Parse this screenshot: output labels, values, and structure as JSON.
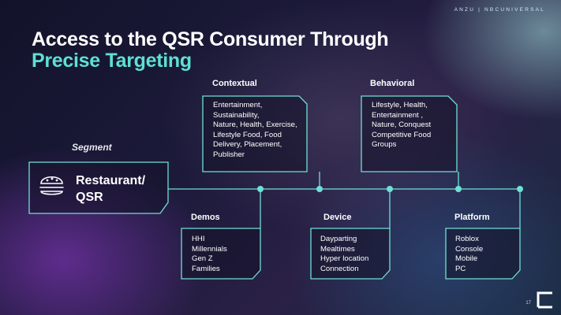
{
  "brand": "ANZU | NBCUNIVERSAL",
  "title": {
    "line1": "Access to the QSR Consumer Through",
    "line2": "Precise Targeting"
  },
  "segment": {
    "label": "Segment",
    "name": "Restaurant/ QSR",
    "icon": "burger-icon"
  },
  "categories": {
    "contextual": {
      "title": "Contextual",
      "items": "Entertainment,\nSustainability,\nNature, Health, Exercise,\nLifestyle Food, Food\nDelivery, Placement,\nPublisher"
    },
    "behavioral": {
      "title": "Behavioral",
      "items": "Lifestyle, Health,\nEntertainment ,\nNature, Conquest\nCompetitive Food\nGroups"
    },
    "demos": {
      "title": "Demos",
      "items": "HHI\nMillennials\nGen Z\nFamilies"
    },
    "device": {
      "title": "Device",
      "items": "Dayparting\nMealtimes\nHyper location\nConnection"
    },
    "platform": {
      "title": "Platform",
      "items": "Roblox\nConsole\nMobile\nPC"
    }
  },
  "page_number": "17",
  "colors": {
    "accent": "#5ee0d2",
    "line": "#6fe0d4"
  }
}
